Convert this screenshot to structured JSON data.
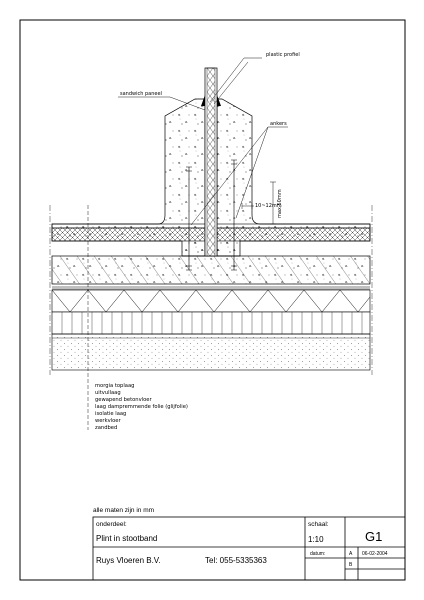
{
  "annotations": {
    "plastic_profiel": "plastic profiel",
    "sandwich_paneel": "sandwich paneel",
    "ankers": "ankers",
    "gap": "10~12mm",
    "max_height": "max.50mm"
  },
  "layers": [
    "morgia toplaag",
    "uitvullaag",
    "gewapend betonvloer",
    "laag dampremmende folie (glijfolie)",
    "isolatie laag",
    "werkvloer",
    "zandbed"
  ],
  "note": "alle maten zijn in mm",
  "title_block": {
    "onderdeel_label": "onderdeel:",
    "onderdeel_value": "Plint in stootband",
    "schaal_label": "schaal:",
    "schaal_value": "1:10",
    "drawing_no": "G1",
    "company": "Ruys Vloeren B.V.",
    "phone": "Tel: 055-5335363",
    "datum_label": "datum:",
    "rev_a": "A",
    "date_a": "06-02-2004",
    "rev_b": "B"
  }
}
